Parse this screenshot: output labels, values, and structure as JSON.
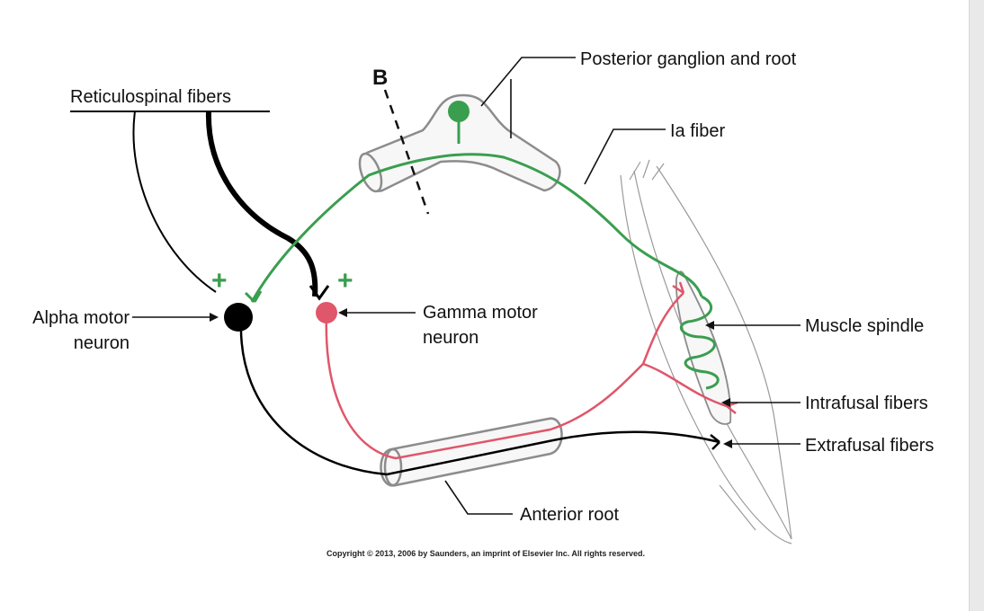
{
  "labels": {
    "reticulospinal": "Reticulospinal fibers",
    "b_marker": "B",
    "posterior_ganglion": "Posterior ganglion and root",
    "ia_fiber": "Ia fiber",
    "alpha_line1": "Alpha motor",
    "alpha_line2": "neuron",
    "gamma_line1": "Gamma motor",
    "gamma_line2": "neuron",
    "muscle_spindle": "Muscle spindle",
    "intrafusal": "Intrafusal fibers",
    "extrafusal": "Extrafusal fibers",
    "anterior_root": "Anterior root",
    "plus_alpha": "+",
    "plus_gamma": "+",
    "copyright": "Copyright © 2013, 2006 by Saunders, an imprint of Elsevier Inc. All rights reserved."
  },
  "colors": {
    "sensory": "#3a9e4f",
    "gamma": "#e0566a",
    "alpha": "#000000",
    "outline": "#8c8c8c"
  }
}
